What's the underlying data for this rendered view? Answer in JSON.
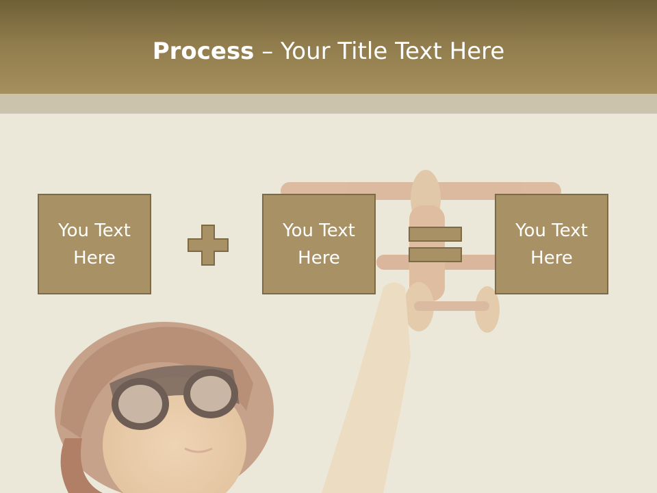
{
  "slide": {
    "title_bold": "Process",
    "title_rest": " – Your Title Text Here"
  },
  "process": {
    "boxes": [
      {
        "label": "You Text Here"
      },
      {
        "label": "You Text Here"
      },
      {
        "label": "You Text Here"
      }
    ],
    "operators": [
      "plus-icon",
      "equals-icon"
    ]
  },
  "colors": {
    "header_dark": "#6f6038",
    "header_light": "#a68f5f",
    "strip": "#cbc3ab",
    "box_fill": "#a99166",
    "box_border": "#7b6a45",
    "operator_fill": "#a99166",
    "operator_stroke": "#7b6a45",
    "background": "#ebe8da"
  }
}
